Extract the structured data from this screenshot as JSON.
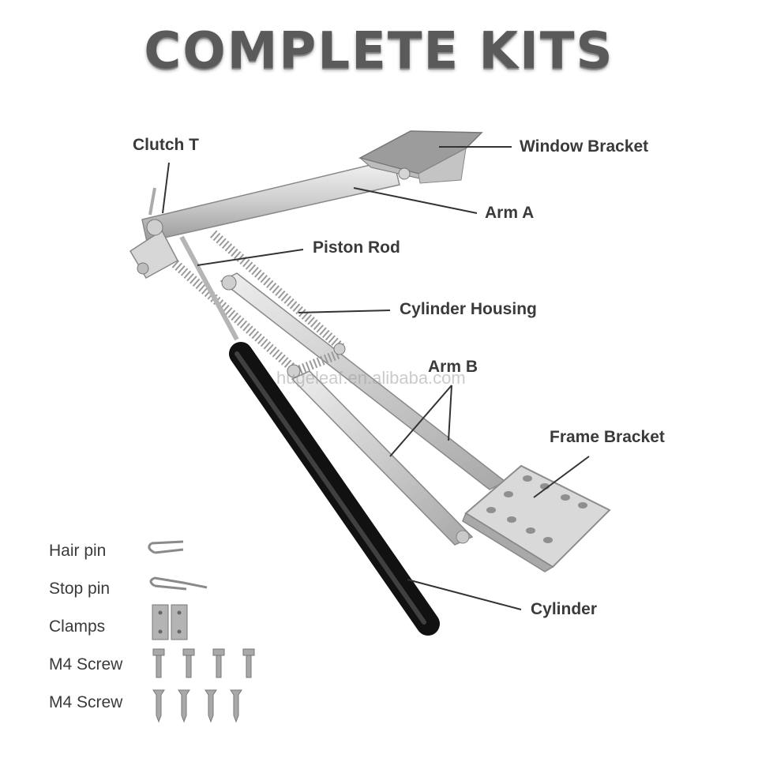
{
  "title": "COMPLETE KITS",
  "labels": {
    "clutch_t": "Clutch T",
    "window_bracket": "Window Bracket",
    "arm_a": "Arm A",
    "piston_rod": "Piston Rod",
    "cylinder_housing": "Cylinder Housing",
    "arm_b": "Arm B",
    "frame_bracket": "Frame Bracket",
    "cylinder": "Cylinder"
  },
  "kit_items": [
    "Hair pin",
    "Stop pin",
    "Clamps",
    "M4 Screw",
    "M4 Screw"
  ],
  "watermark": "hugeleaf.en.alibaba.com"
}
